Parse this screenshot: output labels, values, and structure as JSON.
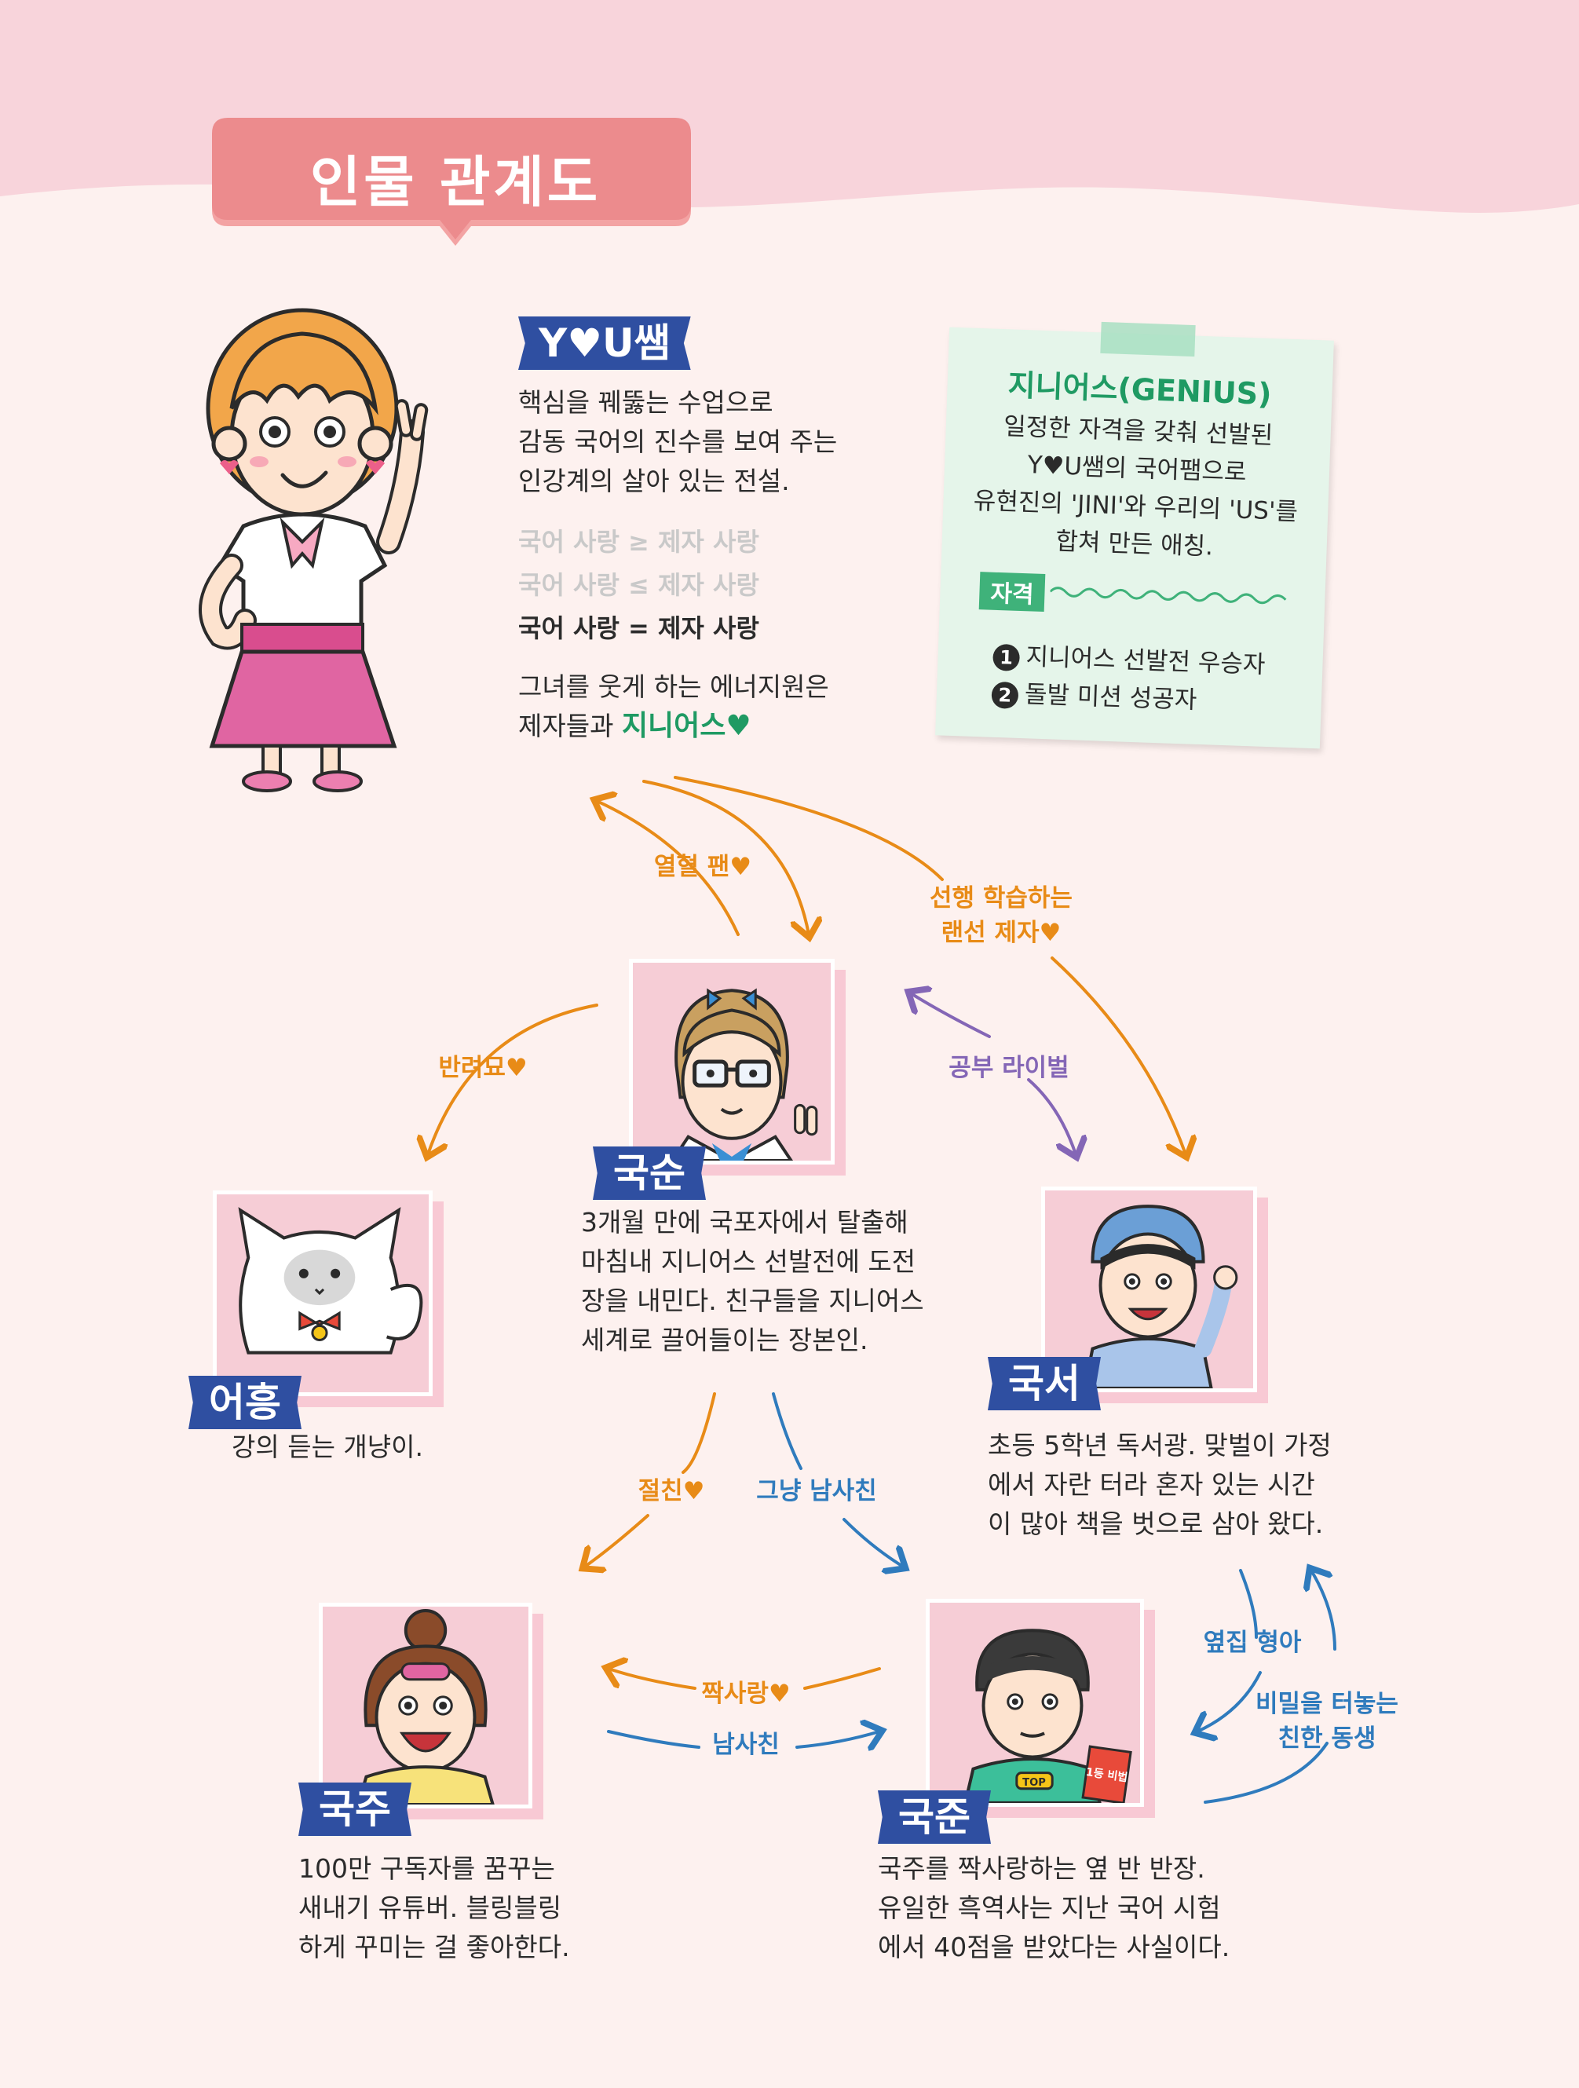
{
  "title": "인물 관계도",
  "youssaem": {
    "name": "Y♥U쌤",
    "desc": "핵심을 꿰뚫는 수업으로\n감동 국어의 진수를 보여 주는\n인강계의 살아 있는 전설.",
    "formula1": "국어 사랑 ≥ 제자 사랑",
    "formula2": "국어 사랑 ≤ 제자 사랑",
    "formula3": "국어 사랑 = 제자 사랑",
    "energy": "그녀를 웃게 하는 에너지원은",
    "energy2_prefix": "제자들과 ",
    "energy2_highlight": "지니어스♥"
  },
  "genius_note": {
    "title": "지니어스(GENIUS)",
    "body": "일정한 자격을 갖춰 선발된\nY♥U쌤의 국어팸으로\n유현진의 'JINI'와 우리의 'US'를\n합쳐 만든 애칭.",
    "qual_label": "자격",
    "qual1_num": "1",
    "qual1": "지니어스 선발전 우승자",
    "qual2_num": "2",
    "qual2": "돌발 미션 성공자"
  },
  "relations": {
    "fan": "열혈 팬♥",
    "student": "선행 학습하는\n랜선 제자♥",
    "pet": "반려묘♥",
    "rival": "공부 라이벌",
    "bestfriend": "절친♥",
    "justfriend": "그냥 남사친",
    "crush": "짝사랑♥",
    "boyfriend": "남사친",
    "neighbor": "옆집 형아",
    "secret": "비밀을 터놓는\n친한 동생"
  },
  "characters": {
    "guksun": {
      "name": "국순",
      "desc": "3개월 만에 국포자에서 탈출해\n마침내 지니어스 선발전에 도전\n장을 내민다. 친구들을 지니어스\n세계로 끌어들이는 장본인."
    },
    "eoheung": {
      "name": "어흥",
      "desc": "강의 듣는 개냥이."
    },
    "gukseo": {
      "name": "국서",
      "desc": "초등 5학년 독서광. 맞벌이 가정\n에서 자란 터라 혼자 있는 시간\n이 많아 책을 벗으로 삼아 왔다."
    },
    "gukju": {
      "name": "국주",
      "desc": "100만 구독자를 꿈꾸는\n새내기 유튜버. 블링블링\n하게 꾸미는 걸 좋아한다."
    },
    "gukjun": {
      "name": "국준",
      "desc": "국주를 짝사랑하는 옆 반 반장.\n유일한 흑역사는 지난 국어 시험\n에서 40점을 받았다는 사실이다."
    }
  },
  "props": {
    "cap_text": "TOP",
    "book_text": "1등 비법"
  },
  "colors": {
    "band": "#f8d4db",
    "page": "#fdf1ef",
    "title_red": "#ec8b8d",
    "badge_blue": "#2f4fa1",
    "arrow_orange": "#e88b17",
    "arrow_purple": "#8466b6",
    "arrow_blue": "#2f7bbd",
    "genius_green": "#1f9a63"
  }
}
